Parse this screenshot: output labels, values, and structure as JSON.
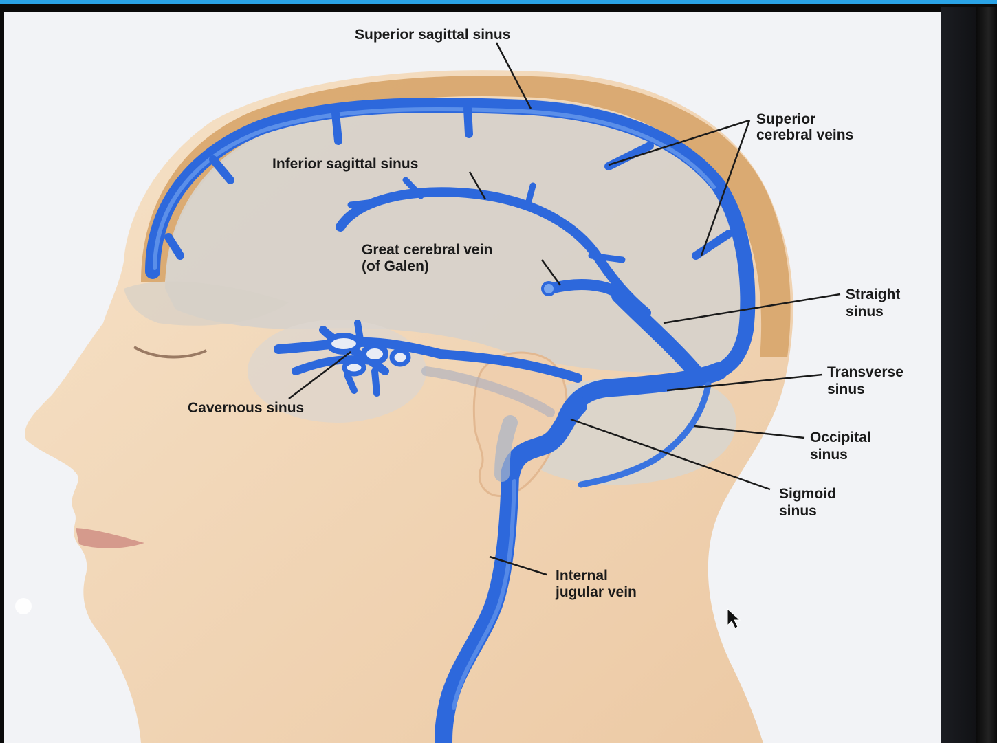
{
  "labels": {
    "superior_sagittal_sinus": "Superior sagittal sinus",
    "superior_cerebral_veins_1": "Superior",
    "superior_cerebral_veins_2": "cerebral veins",
    "inferior_sagittal_sinus": "Inferior sagittal sinus",
    "great_cerebral_vein_1": "Great cerebral vein",
    "great_cerebral_vein_2": "(of Galen)",
    "straight_sinus_1": "Straight",
    "straight_sinus_2": "sinus",
    "transverse_sinus_1": "Transverse",
    "transverse_sinus_2": "sinus",
    "cavernous_sinus": "Cavernous sinus",
    "occipital_sinus_1": "Occipital",
    "occipital_sinus_2": "sinus",
    "sigmoid_sinus_1": "Sigmoid",
    "sigmoid_sinus_2": "sinus",
    "internal_jugular_vein_1": "Internal",
    "internal_jugular_vein_2": "jugular vein"
  },
  "colors": {
    "vein": "#2d68dc",
    "vein_light": "#5d93ec",
    "skin": "#f1d7b8",
    "scalp": "#d6a46c",
    "brain": "#d6d1c9",
    "frame_accent": "#2aa3e6"
  }
}
